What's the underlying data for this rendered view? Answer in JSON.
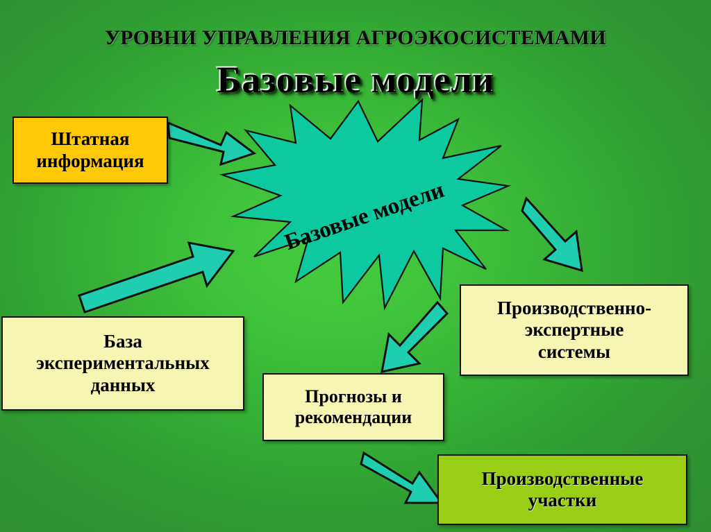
{
  "slide": {
    "title": "УРОВНИ УПРАВЛЕНИЯ АГРОЭКОСИСТЕМАМИ",
    "subtitle": "Базовые модели",
    "background_color": "#33a033",
    "accent_teal": "#0DC9A0",
    "outline_color": "#111111"
  },
  "burst": {
    "label": "Базовые модели",
    "fill_color": "#0DC9A0",
    "rotation_degrees": -19,
    "points": 16
  },
  "boxes": [
    {
      "id": "staff-info",
      "label": "Штатная информация",
      "lines": [
        "Штатная",
        "информация"
      ],
      "fill_color": "#FFC907",
      "role": "input"
    },
    {
      "id": "experimental-db",
      "label": "База экспериментальных данных",
      "lines": [
        "База",
        "экспериментальных",
        "данных"
      ],
      "fill_color": "#F7F5B4",
      "role": "input"
    },
    {
      "id": "forecasts",
      "label": "Прогнозы и рекомендации",
      "lines": [
        "Прогнозы и",
        "рекомендации"
      ],
      "fill_color": "#F7F5B4",
      "role": "output"
    },
    {
      "id": "expert-systems",
      "label": "Производственно-экспертные системы",
      "lines": [
        "Производственно-",
        "экспертные",
        "системы"
      ],
      "fill_color": "#F7F5B4",
      "role": "output"
    },
    {
      "id": "production-sites",
      "label": "Производственные участки",
      "lines": [
        "Производственные",
        "участки"
      ],
      "fill_color": "#9ACD15",
      "role": "output"
    }
  ],
  "arrows": [
    {
      "id": "staff-to-burst",
      "from": "staff-info",
      "to": "burst",
      "direction": "down-right"
    },
    {
      "id": "db-to-burst",
      "from": "experimental-db",
      "to": "burst",
      "direction": "up-right"
    },
    {
      "id": "burst-to-expert",
      "from": "burst",
      "to": "expert-systems",
      "direction": "down-right"
    },
    {
      "id": "burst-to-forecast",
      "from": "burst",
      "to": "forecasts",
      "direction": "down-left"
    },
    {
      "id": "forecast-to-sites",
      "from": "forecasts",
      "to": "production-sites",
      "direction": "down-right"
    }
  ]
}
